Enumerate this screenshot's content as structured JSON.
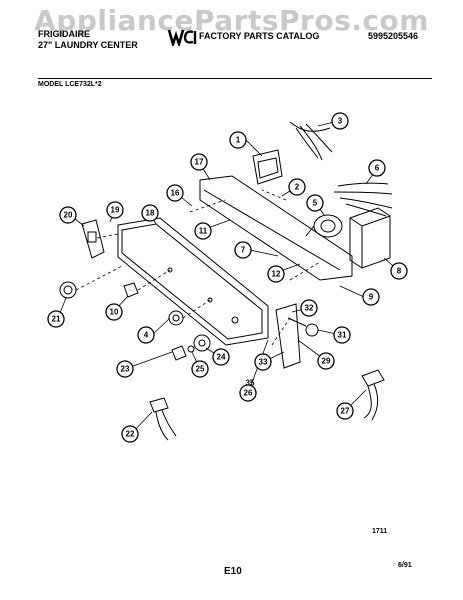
{
  "watermark": "AppliancePartsPros.com",
  "header": {
    "brand": "FRIGIDAIRE",
    "product": "27\" LAUNDRY CENTER",
    "logo_text": "WCI",
    "catalog": "FACTORY PARTS CATALOG",
    "part_number": "5995205546",
    "model_label": "MODEL LCE732L*2"
  },
  "callouts": [
    "1",
    "2",
    "3",
    "4",
    "5",
    "6",
    "7",
    "8",
    "9",
    "10",
    "11",
    "12",
    "16",
    "17",
    "18",
    "19",
    "20",
    "21",
    "22",
    "23",
    "24",
    "25",
    "26",
    "27",
    "29",
    "31",
    "32",
    "33",
    "35"
  ],
  "footer": {
    "figure_code": "1711",
    "page_code": "E10",
    "date": "6/91"
  }
}
